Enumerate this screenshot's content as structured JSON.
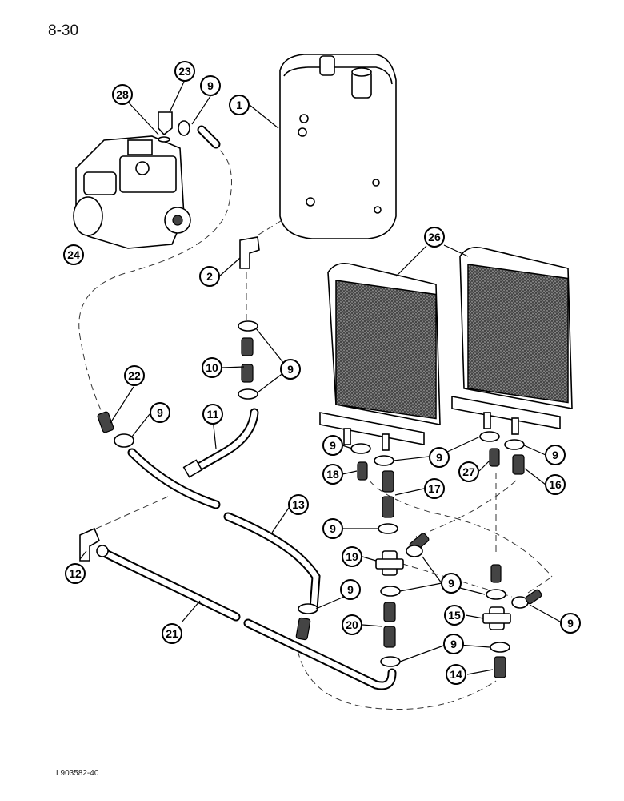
{
  "header": {
    "page_number": "8-30"
  },
  "footer": {
    "figure_code": "L903582-40"
  },
  "callouts": [
    "1",
    "2",
    "9",
    "9",
    "9",
    "9",
    "9",
    "9",
    "9",
    "9",
    "9",
    "9",
    "9",
    "10",
    "11",
    "12",
    "13",
    "14",
    "15",
    "16",
    "17",
    "18",
    "19",
    "20",
    "21",
    "22",
    "23",
    "24",
    "26",
    "27",
    "28"
  ]
}
